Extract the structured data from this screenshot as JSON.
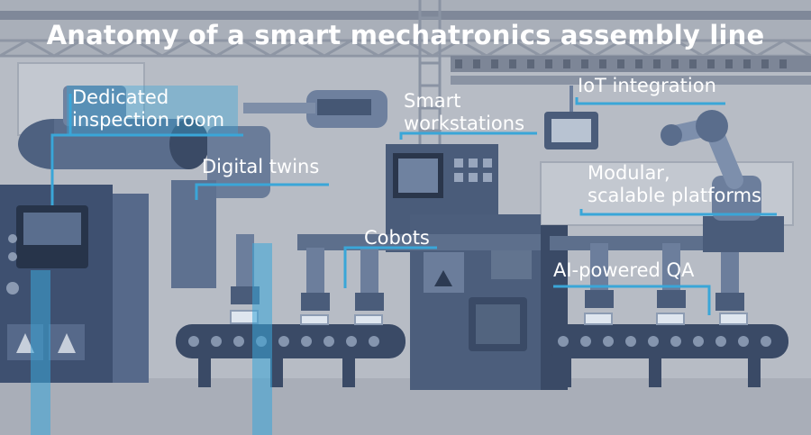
{
  "title": "Anatomy of a smart mechatronics assembly line",
  "colors": {
    "accent_line": "#3aa6d8",
    "label_text": "#ffffff",
    "machine_dark": "#3d4f6a",
    "machine_mid": "#6b7d98",
    "background": "#b9bec6"
  },
  "callouts": {
    "inspection": {
      "line1": "Dedicated",
      "line2": "inspection room"
    },
    "twins": {
      "line1": "Digital twins"
    },
    "workstations": {
      "line1": "Smart",
      "line2": "workstations"
    },
    "iot": {
      "line1": "IoT integration"
    },
    "modular": {
      "line1": "Modular,",
      "line2": "scalable platforms"
    },
    "cobots": {
      "line1": "Cobots"
    },
    "qa": {
      "line1": "AI-powered QA"
    }
  }
}
